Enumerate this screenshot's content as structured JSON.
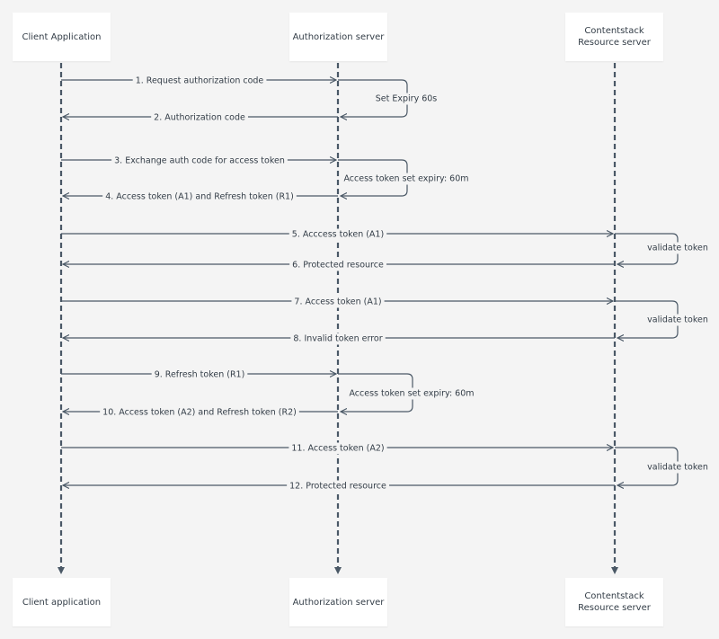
{
  "actors_top": [
    {
      "id": "client",
      "label": "Client Application"
    },
    {
      "id": "auth",
      "label": "Authorization server"
    },
    {
      "id": "resource",
      "label": "Contentstack\nResource server"
    }
  ],
  "actors_bottom": [
    {
      "id": "client",
      "label": "Client application"
    },
    {
      "id": "auth",
      "label": "Authorization server"
    },
    {
      "id": "resource",
      "label": "Contentstack\nResource server"
    }
  ],
  "messages": [
    {
      "label": "1. Request authorization code",
      "from": "client",
      "to": "auth"
    },
    {
      "label": "2. Authorization code",
      "from": "auth",
      "to": "client"
    },
    {
      "label": "3. Exchange auth code for access token",
      "from": "client",
      "to": "auth"
    },
    {
      "label": "4. Access token (A1) and Refresh token (R1)",
      "from": "auth",
      "to": "client"
    },
    {
      "label": "5. Acccess token (A1)",
      "from": "client",
      "to": "resource"
    },
    {
      "label": "6. Protected resource",
      "from": "resource",
      "to": "client"
    },
    {
      "label": "7. Access token (A1)",
      "from": "client",
      "to": "resource"
    },
    {
      "label": "8. Invalid token error",
      "from": "resource",
      "to": "client"
    },
    {
      "label": "9. Refresh token (R1)",
      "from": "client",
      "to": "auth"
    },
    {
      "label": "10. Access token (A2) and Refresh token (R2)",
      "from": "auth",
      "to": "client"
    },
    {
      "label": "11. Access token (A2)",
      "from": "client",
      "to": "resource"
    },
    {
      "label": "12. Protected resource",
      "from": "resource",
      "to": "client"
    }
  ],
  "self_notes": [
    {
      "label": "Set Expiry 60s",
      "actor": "auth"
    },
    {
      "label": "Access token set expiry: 60m",
      "actor": "auth"
    },
    {
      "label": "validate token",
      "actor": "resource"
    },
    {
      "label": "validate token",
      "actor": "resource"
    },
    {
      "label": "Access token set expiry: 60m",
      "actor": "auth"
    },
    {
      "label": "validate token",
      "actor": "resource"
    }
  ],
  "colors": {
    "line": "#4a5866",
    "background": "#f4f4f4",
    "box": "#ffffff",
    "text": "#333d47"
  }
}
